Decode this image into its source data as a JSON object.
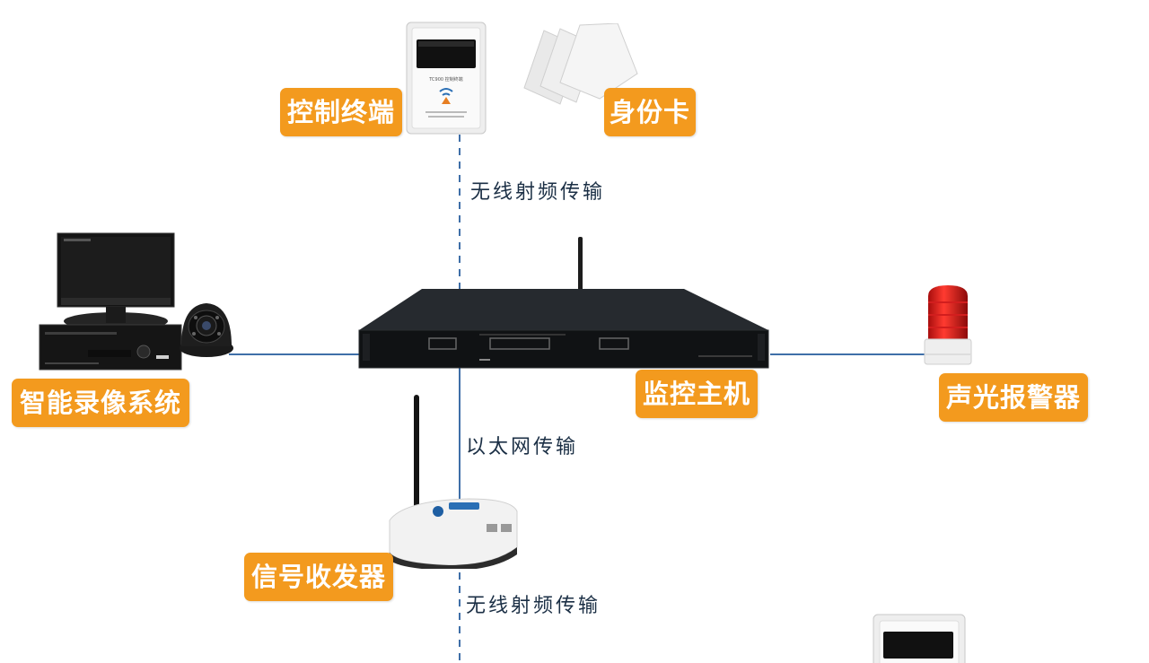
{
  "colors": {
    "label_bg": "#f39a1e",
    "label_text": "#ffffff",
    "line": "#3f6fa8",
    "link_text": "#1b2f45"
  },
  "labels": {
    "control_terminal": "控制终端",
    "id_card": "身份卡",
    "smart_recording": "智能录像系统",
    "monitor_host": "监控主机",
    "alarm": "声光报警器",
    "transceiver": "信号收发器"
  },
  "links": {
    "wireless_rf_top": "无线射频传输",
    "ethernet": "以太网传输",
    "wireless_rf_bottom": "无线射频传输"
  },
  "devices": {
    "terminal_screen_text": "TC900 控制终端"
  },
  "icons": [
    "control-terminal-device-icon",
    "id-card-stack-icon",
    "dvr-monitor-icon",
    "dome-camera-icon",
    "rack-host-icon",
    "alarm-beacon-icon",
    "wireless-router-icon"
  ]
}
